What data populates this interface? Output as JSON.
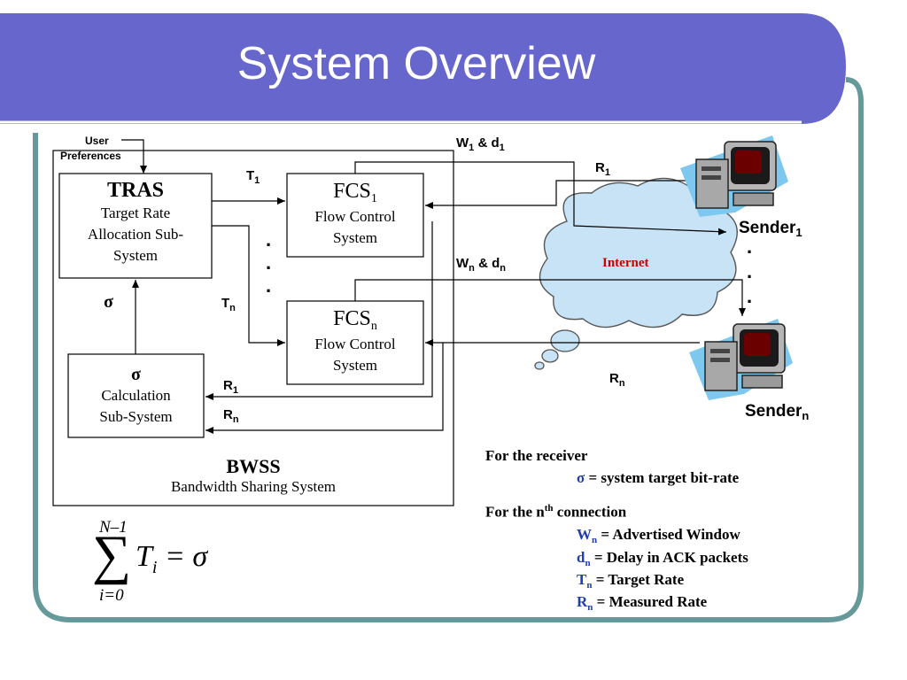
{
  "slide": {
    "title": "System Overview",
    "colors": {
      "header": "#6666cc",
      "frame": "#669999",
      "legend_symbol": "#1f3fb0",
      "internet_label": "#cc0000",
      "cloud": "#c7e3f5"
    }
  },
  "inputs": {
    "user_preferences_1": "User",
    "user_preferences_2": "Preferences"
  },
  "tras": {
    "title": "TRAS",
    "line1": "Target Rate",
    "line2": "Allocation Sub-",
    "line3": "System"
  },
  "fcs1": {
    "title": "FCS",
    "sub": "1",
    "line1": "Flow Control",
    "line2": "System"
  },
  "fcsn": {
    "title": "FCS",
    "sub": "n",
    "line1": "Flow Control",
    "line2": "System"
  },
  "sigma_box": {
    "title": "σ",
    "line1": "Calculation",
    "line2": "Sub-System"
  },
  "bwss": {
    "title": "BWSS",
    "subtitle": "Bandwidth Sharing System"
  },
  "labels": {
    "t": "T",
    "t1_sub": "1",
    "tn_sub": "n",
    "sigma": "σ",
    "r": "R",
    "r1_sub": "1",
    "rn_sub": "n",
    "dot": ".",
    "w1_d1": {
      "w": "W",
      "w_sub": "1",
      "amp": " & d",
      "d_sub": "1"
    },
    "wn_dn": {
      "w": "W",
      "w_sub": "n",
      "amp": " & d",
      "d_sub": "n"
    },
    "internet": "Internet"
  },
  "senders": {
    "base": "Sender",
    "s1_sub": "1",
    "sn_sub": "n"
  },
  "formula": {
    "upper": "N–1",
    "lower": "i=0",
    "sigma": "∑",
    "body": "T",
    "body_sub": "i",
    "rhs": "= σ"
  },
  "legend": {
    "receiver_head": "For the receiver",
    "sigma_sym": "σ",
    "sigma_def": " = system target bit-rate",
    "conn_head_pre": "For the n",
    "conn_head_sup": "th",
    "conn_head_post": " connection",
    "items": [
      {
        "sym": "W",
        "sub": "n",
        "def": " = Advertised Window"
      },
      {
        "sym": "d",
        "sub": "n",
        "def": " = Delay in ACK packets"
      },
      {
        "sym": "T",
        "sub": "n",
        "def": " = Target Rate"
      },
      {
        "sym": "R",
        "sub": "n",
        "def": " = Measured Rate"
      }
    ]
  }
}
